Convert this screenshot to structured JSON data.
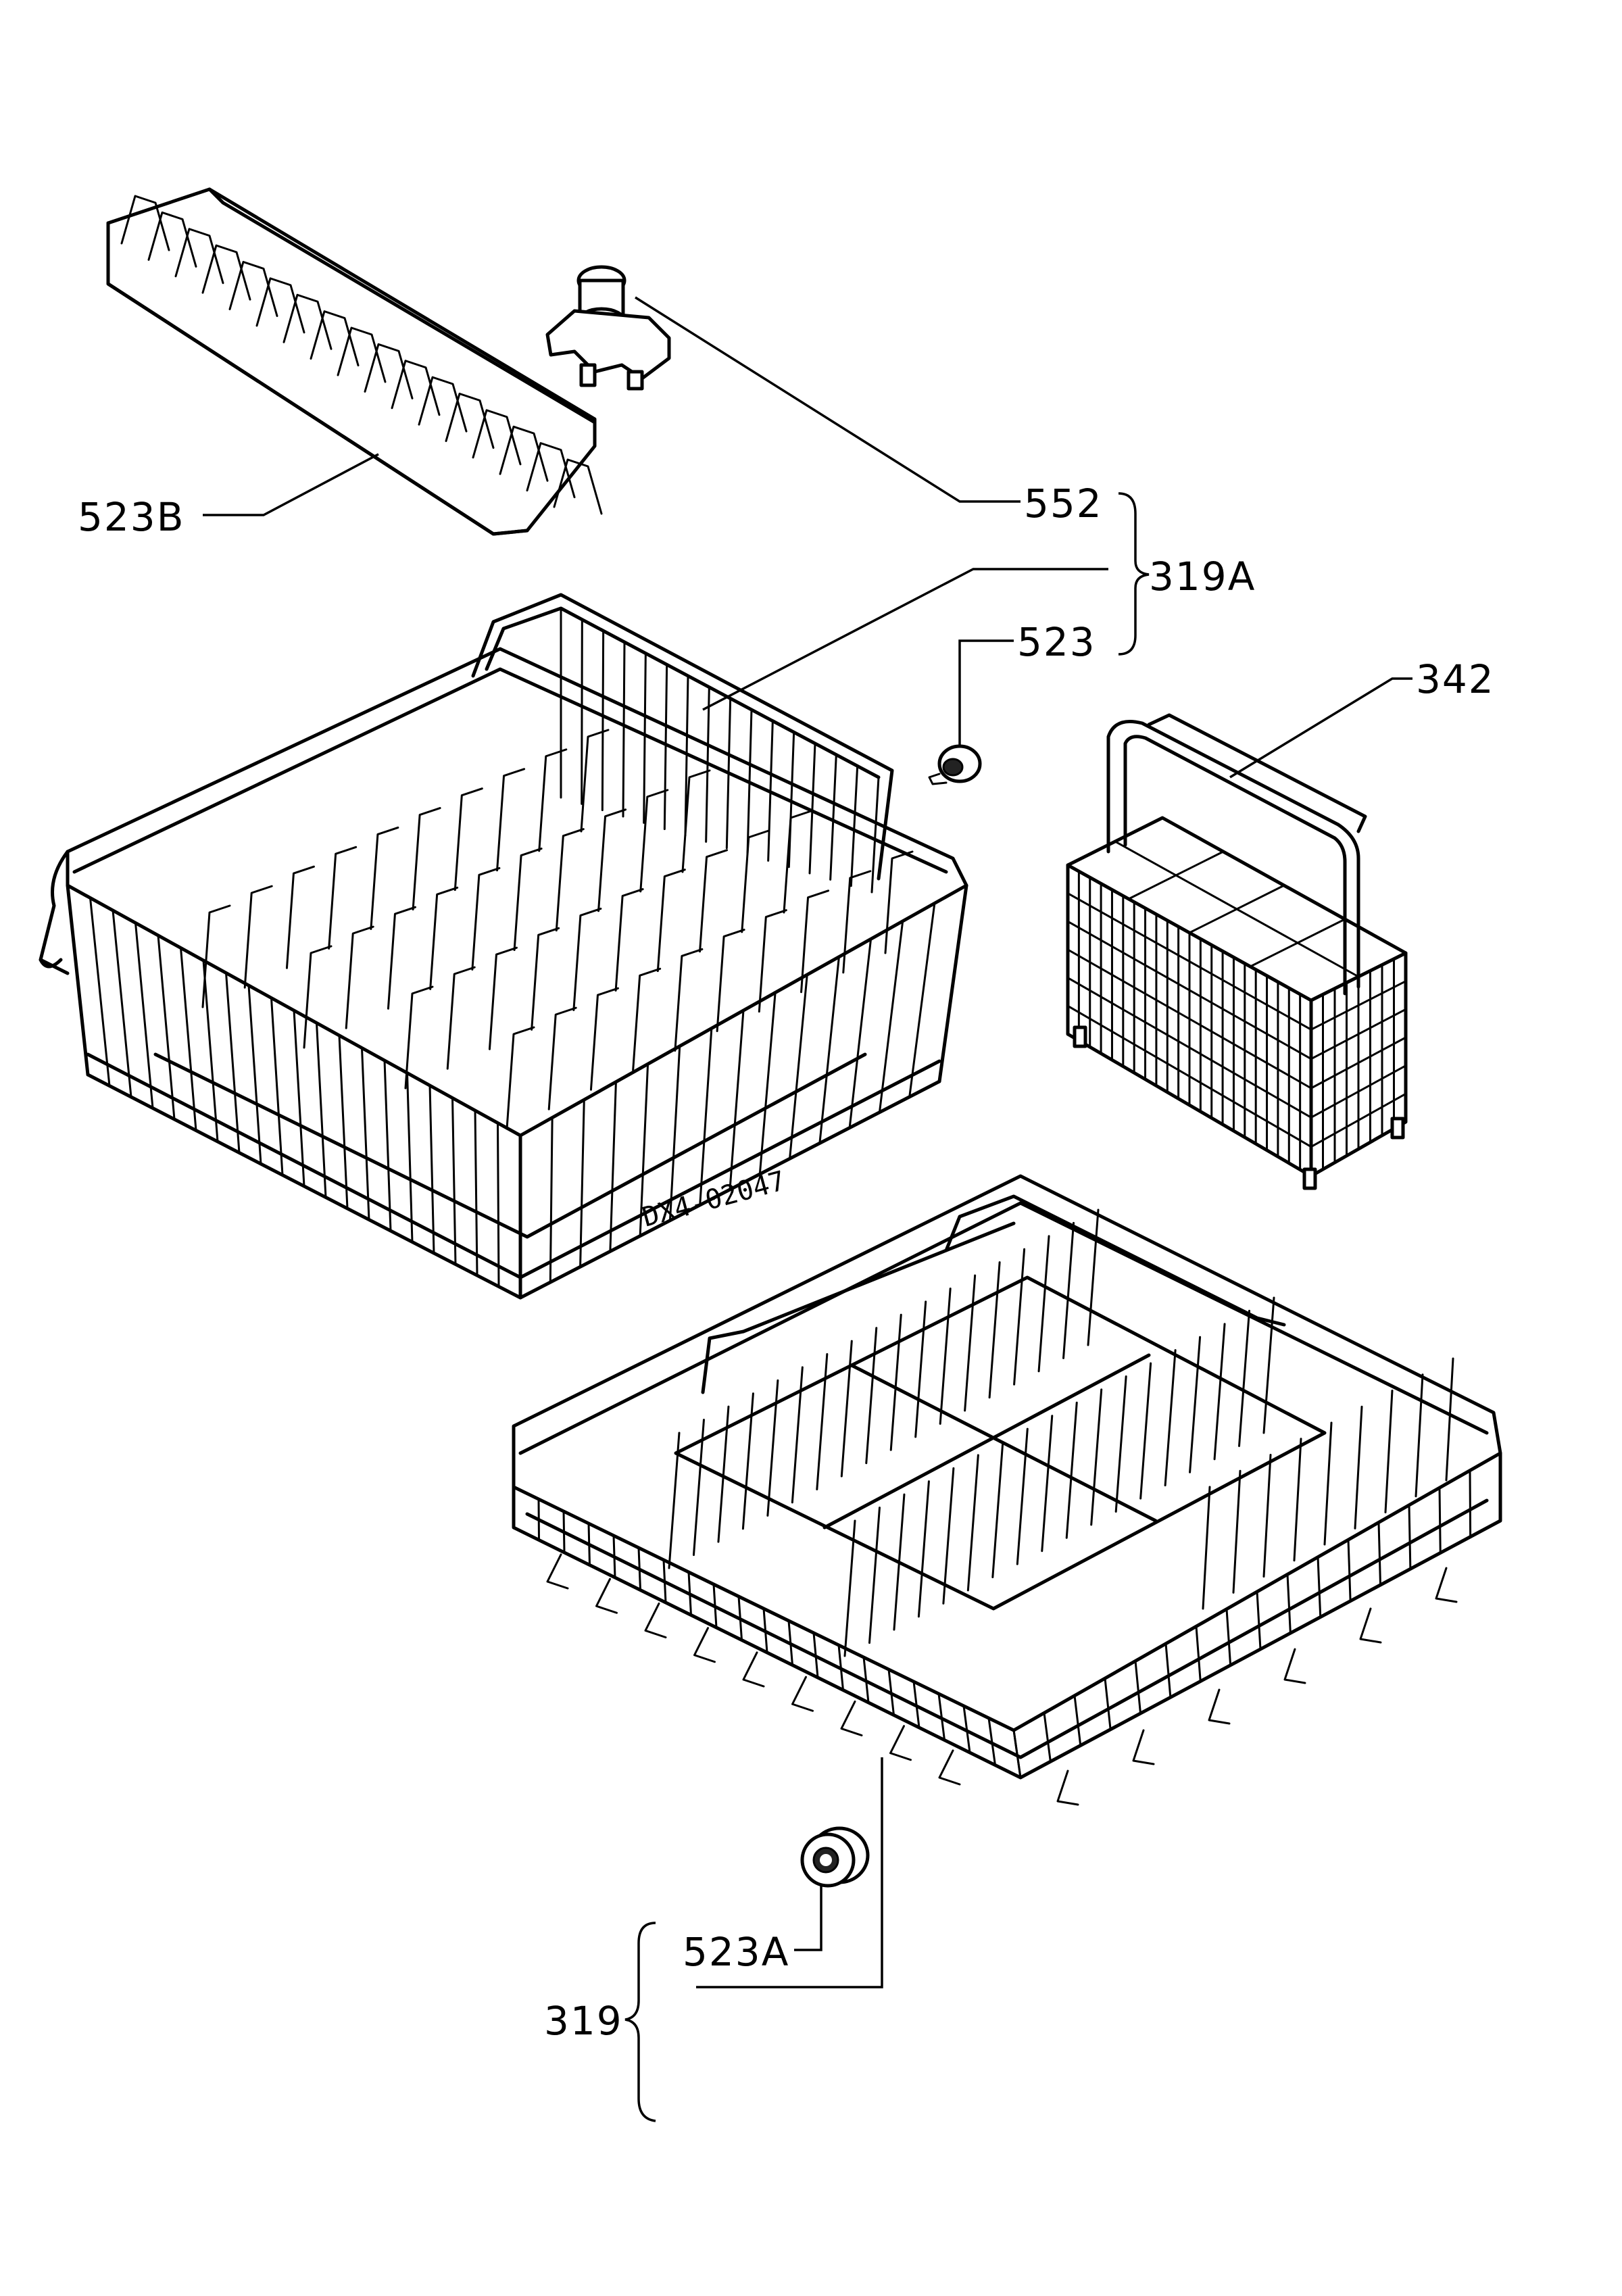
{
  "callouts": {
    "p523B": "523B",
    "p552": "552",
    "p319A": "319A",
    "p523": "523",
    "p342": "342",
    "p523A": "523A",
    "p319": "319"
  },
  "drawing_code": "DX4-02047"
}
